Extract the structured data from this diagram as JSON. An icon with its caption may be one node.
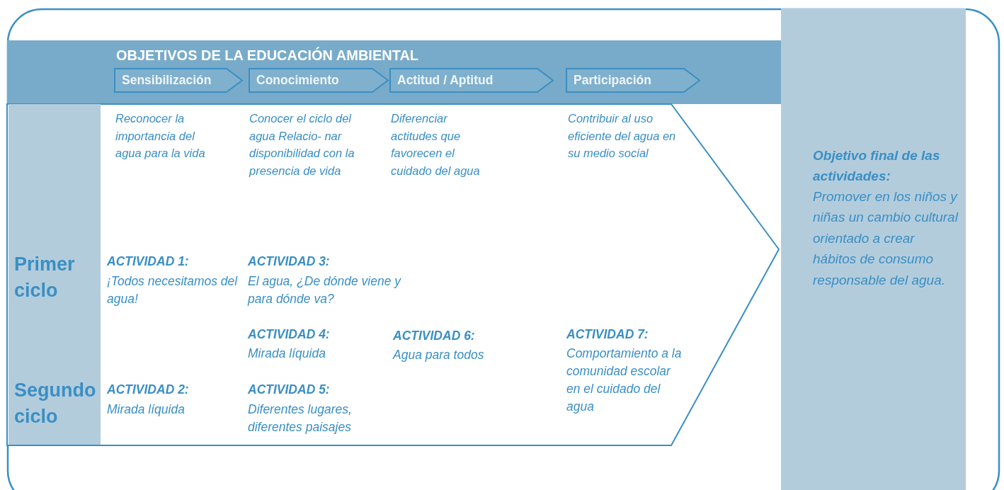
{
  "diagram": {
    "nodes": [
      {
        "text": [
          "OBJETIVOS DE LA EDUCACIÓN AMBIENTAL"
        ]
      },
      {
        "text": [
          "Sensibilización"
        ],
        "in": 0
      },
      {
        "text": [
          "Conocimiento"
        ],
        "in": 0
      },
      {
        "text": [
          "Actitud / Aptitud"
        ],
        "in": 0
      },
      {
        "text": [
          "Participación"
        ],
        "in": 0
      },
      {
        "text": [
          "Objetivo final de las actividades:",
          "Promover en los niños y niñas un cambio cultural orientado a crear hábitos de consumo responsable del agua."
        ]
      },
      {
        "text": [
          "Reconocer la importancia del agua para la vida",
          "Conocer el ciclo del agua Relacio- nar disponibilidad con la presencia de vida",
          "Diferenciar actitudes que favorecen el cuidado del agua",
          "Contribuir al uso eficiente del agua en su medio social",
          "ACTIVIDAD 1:",
          "¡Todos necesitamos del agua!",
          "ACTIVIDAD 3:",
          "El agua, ¿De dónde viene y para dónde va?",
          "ACTIVIDAD 4:",
          "Mirada líquida",
          "ACTIVIDAD 6:",
          "Agua para todos",
          "ACTIVIDAD 7:",
          "Comportamiento a la comunidad escolar en el cuidado del agua",
          "ACTIVIDAD 2:",
          "Mirada líquida",
          "ACTIVIDAD 5:",
          "Diferentes lugares, diferentes paisajes"
        ]
      },
      {
        "text": [
          "Primer ciclo",
          "Segundo ciclo"
        ],
        "in": 6
      }
    ],
    "edges": []
  }
}
